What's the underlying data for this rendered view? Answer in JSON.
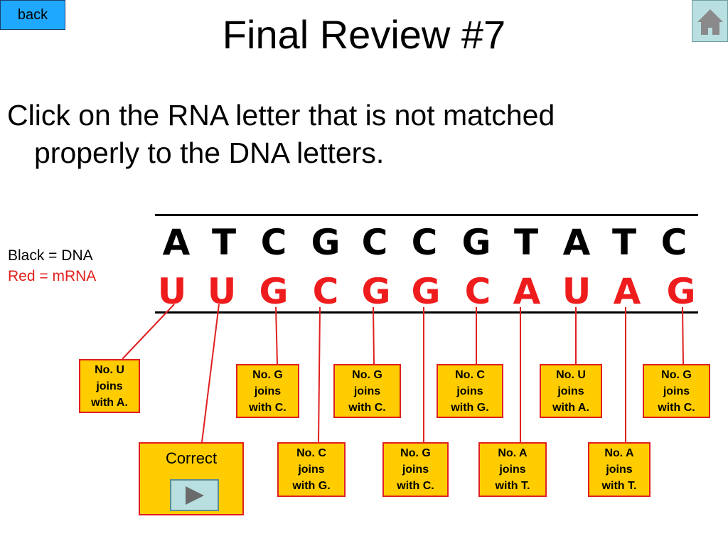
{
  "nav": {
    "back_label": "back",
    "home_icon": "home-icon"
  },
  "title": "Final Review #7",
  "instruction": {
    "line1": "Click on the RNA letter that is not matched",
    "line2": "properly to the DNA letters."
  },
  "legend": {
    "black": "Black = DNA",
    "red": "Red = mRNA"
  },
  "dna_letters": [
    "A",
    "T",
    "C",
    "G",
    "C",
    "C",
    "G",
    "T",
    "A",
    "T",
    "C"
  ],
  "rna_letters": [
    "U",
    "U",
    "G",
    "C",
    "G",
    "G",
    "C",
    "A",
    "U",
    "A",
    "G"
  ],
  "feedback": [
    {
      "line1": "No. U",
      "line2": "joins",
      "line3": "with A."
    },
    {
      "line1": "No. G",
      "line2": "joins",
      "line3": "with C."
    },
    {
      "line1": "No. C",
      "line2": "joins",
      "line3": "with G."
    },
    {
      "line1": "No. G",
      "line2": "joins",
      "line3": "with C."
    },
    {
      "line1": "No. G",
      "line2": "joins",
      "line3": "with C."
    },
    {
      "line1": "No. C",
      "line2": "joins",
      "line3": "with G."
    },
    {
      "line1": "No. A",
      "line2": "joins",
      "line3": "with T."
    },
    {
      "line1": "No. U",
      "line2": "joins",
      "line3": "with A."
    },
    {
      "line1": "No. A",
      "line2": "joins",
      "line3": "with T."
    },
    {
      "line1": "No. G",
      "line2": "joins",
      "line3": "with C."
    }
  ],
  "correct": {
    "label": "Correct",
    "play_icon": "play-icon"
  },
  "colors": {
    "rna": "#ee1c1c",
    "box_fill": "#ffcc00",
    "box_border": "#e02020",
    "button": "#b9dfe1"
  }
}
